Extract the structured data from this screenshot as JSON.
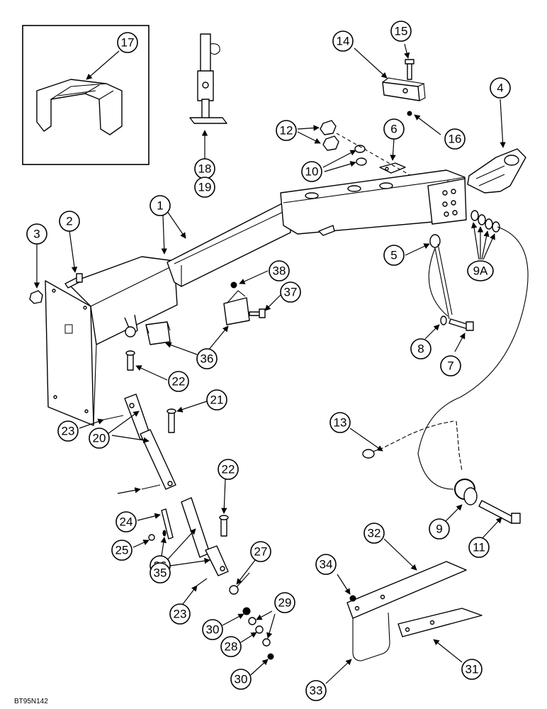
{
  "drawing_code": "BT95N142",
  "callouts": [
    "17",
    "14",
    "15",
    "4",
    "12",
    "16",
    "6",
    "10",
    "18",
    "19",
    "1",
    "2",
    "3",
    "5",
    "9A",
    "38",
    "37",
    "36",
    "8",
    "7",
    "22",
    "21",
    "23",
    "20",
    "13",
    "22",
    "24",
    "25",
    "26",
    "27",
    "29",
    "35",
    "23",
    "30",
    "28",
    "30",
    "34",
    "32",
    "9",
    "11",
    "31",
    "33"
  ]
}
